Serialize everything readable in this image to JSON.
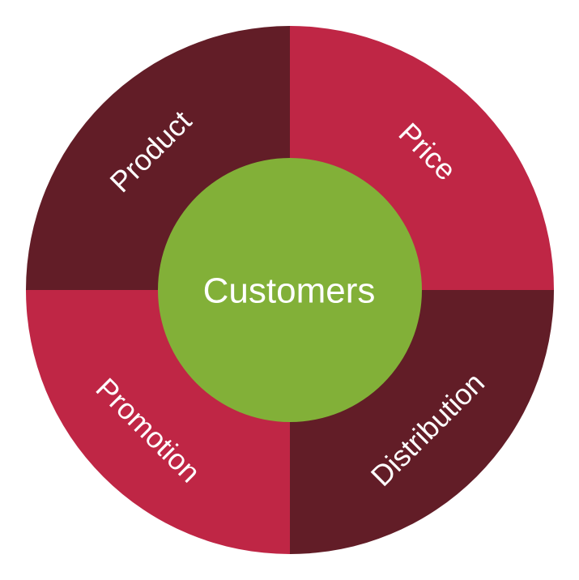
{
  "diagram": {
    "center": {
      "label": "Customers",
      "color": "#82b038"
    },
    "segments": [
      {
        "label": "Product",
        "color": "#621d27",
        "quadrant": "top-left"
      },
      {
        "label": "Price",
        "color": "#bf2645",
        "quadrant": "top-right"
      },
      {
        "label": "Distribution",
        "color": "#621d27",
        "quadrant": "bottom-right"
      },
      {
        "label": "Promotion",
        "color": "#bf2645",
        "quadrant": "bottom-left"
      }
    ]
  }
}
